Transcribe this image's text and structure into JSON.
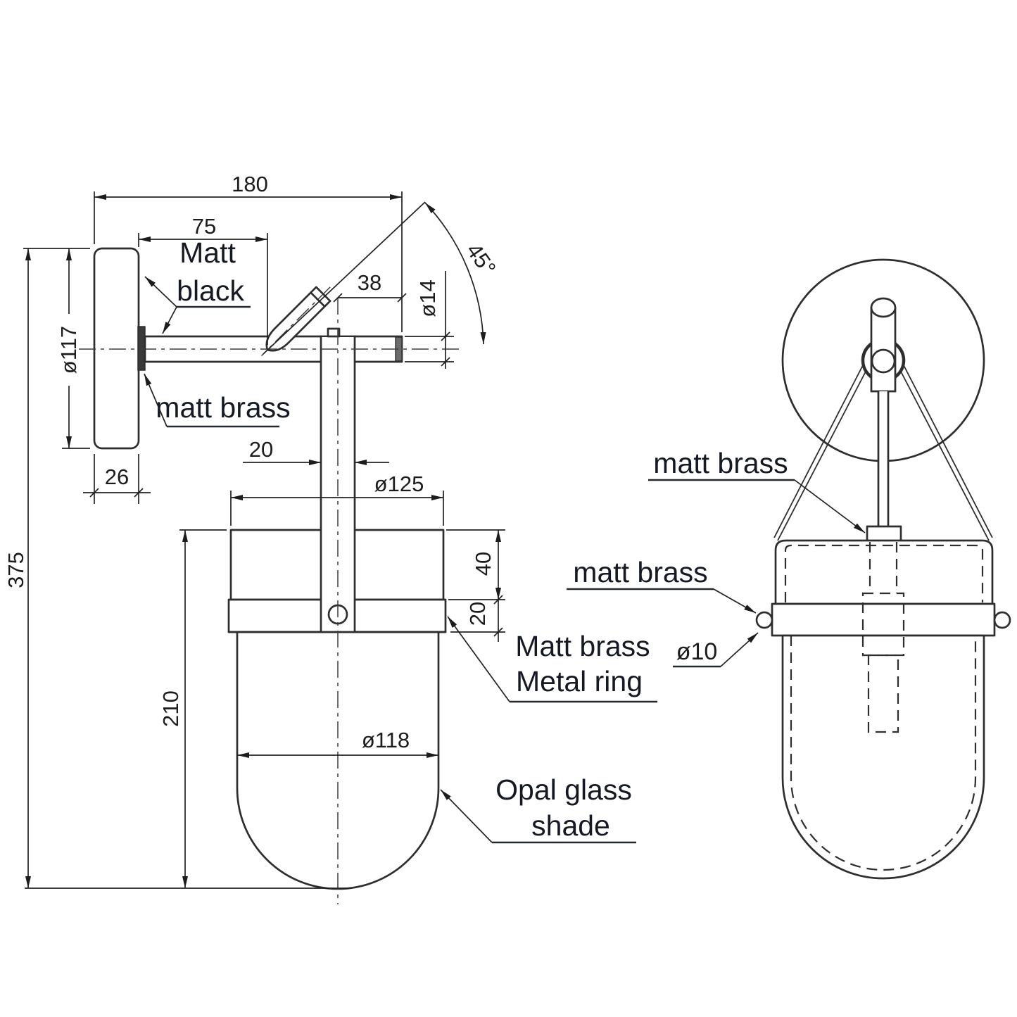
{
  "drawing": {
    "side_view": {
      "dim_overall_width": "180",
      "dim_plate_to_gland": "75",
      "dim_gland_to_tip": "38",
      "dim_arm_diameter": "ø14",
      "dim_gland_angle": "45°",
      "dim_plate_diameter": "ø117",
      "dim_plate_depth": "26",
      "dim_stem_width": "20",
      "dim_cup_diameter": "ø125",
      "dim_cup_height": "40",
      "dim_ring_height": "20",
      "dim_shade_height": "210",
      "dim_shade_diameter": "ø118",
      "dim_overall_height": "375",
      "label_plate_line1": "Matt",
      "label_plate_line2": "black",
      "label_arm": "matt brass",
      "label_ring_line1": "Matt brass",
      "label_ring_line2": "Metal ring",
      "label_shade_line1": "Opal glass",
      "label_shade_line2": "shade"
    },
    "front_view": {
      "label_holder": "matt brass",
      "label_knob": "matt brass",
      "dim_knob_diameter": "ø10"
    }
  }
}
